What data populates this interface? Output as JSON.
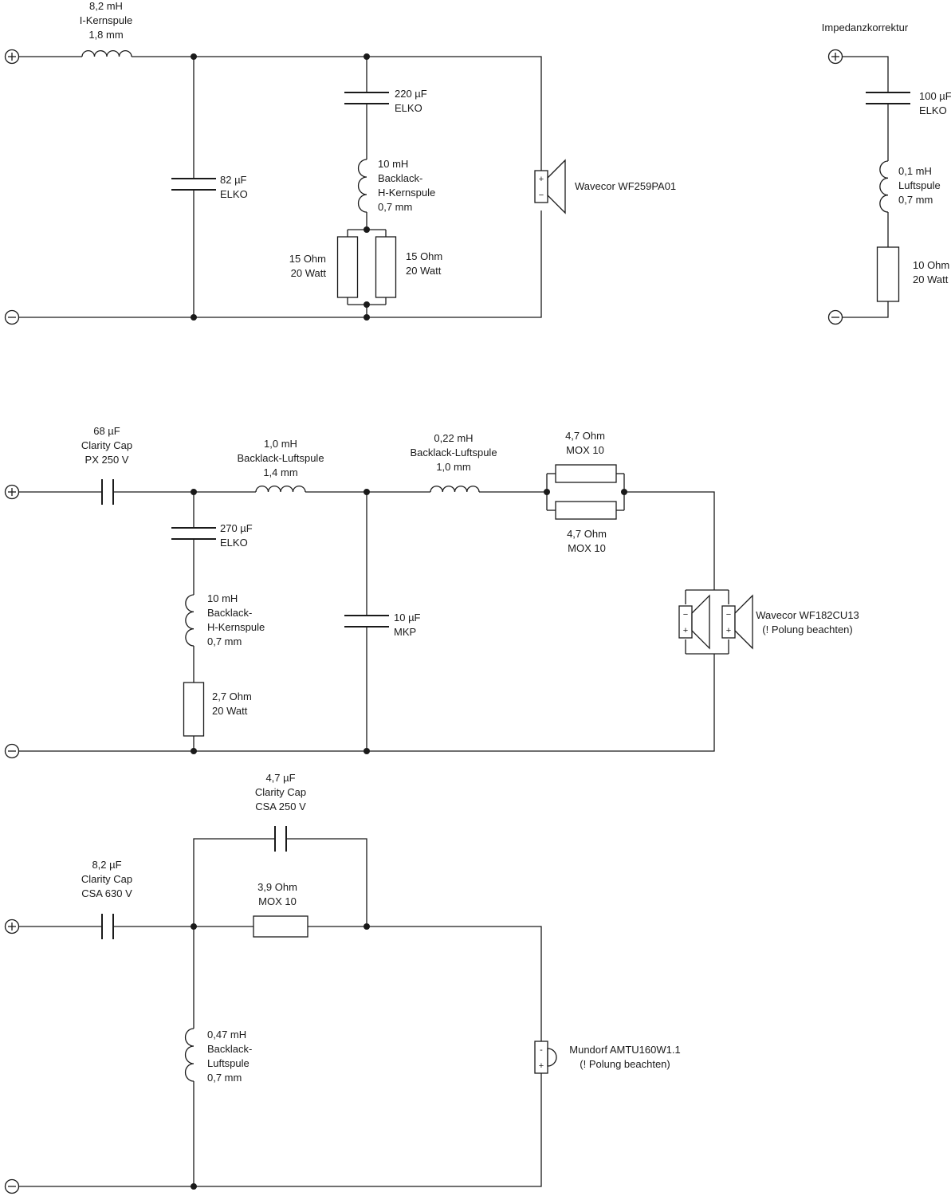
{
  "impedance_title": "Impedanzkorrektur",
  "terminals": {
    "plus": "+",
    "minus": "−"
  },
  "woofer": {
    "l1": [
      "8,2 mH",
      "I-Kernspule",
      "1,8 mm"
    ],
    "c1": [
      "82 µF",
      "ELKO"
    ],
    "c2": [
      "220 µF",
      "ELKO"
    ],
    "l2": [
      "10 mH",
      "Backlack-",
      "H-Kernspule",
      "0,7 mm"
    ],
    "r_left": [
      "15 Ohm",
      "20 Watt"
    ],
    "r_right": [
      "15 Ohm",
      "20 Watt"
    ],
    "driver": "Wavecor WF259PA01"
  },
  "impedance": {
    "c": [
      "100 µF",
      "ELKO"
    ],
    "l": [
      "0,1 mH",
      "Luftspule",
      "0,7 mm"
    ],
    "r": [
      "10 Ohm",
      "20 Watt"
    ]
  },
  "mid": {
    "c1": [
      "68 µF",
      "Clarity Cap",
      "PX 250 V"
    ],
    "l1": [
      "1,0 mH",
      "Backlack-Luftspule",
      "1,4 mm"
    ],
    "l2": [
      "0,22 mH",
      "Backlack-Luftspule",
      "1,0 mm"
    ],
    "r_top": [
      "4,7 Ohm",
      "MOX 10"
    ],
    "r_bottom": [
      "4,7 Ohm",
      "MOX 10"
    ],
    "c2": [
      "270 µF",
      "ELKO"
    ],
    "l3": [
      "10 mH",
      "Backlack-",
      "H-Kernspule",
      "0,7 mm"
    ],
    "r3": [
      "2,7 Ohm",
      "20 Watt"
    ],
    "c3": [
      "10 µF",
      "MKP"
    ],
    "driver": [
      "Wavecor WF182CU13",
      "(! Polung beachten)"
    ]
  },
  "tweeter": {
    "c_top": [
      "4,7 µF",
      "Clarity Cap",
      "CSA 250 V"
    ],
    "r": [
      "3,9 Ohm",
      "MOX 10"
    ],
    "c_in": [
      "8,2 µF",
      "Clarity Cap",
      "CSA 630 V"
    ],
    "l": [
      "0,47 mH",
      "Backlack-",
      "Luftspule",
      "0,7 mm"
    ],
    "driver": [
      "Mundorf AMTU160W1.1",
      "(! Polung beachten)"
    ]
  },
  "symbol_names": [
    "plus-terminal-icon",
    "minus-terminal-icon",
    "capacitor-icon",
    "inductor-icon",
    "resistor-icon",
    "speaker-icon",
    "junction-dot-icon"
  ]
}
